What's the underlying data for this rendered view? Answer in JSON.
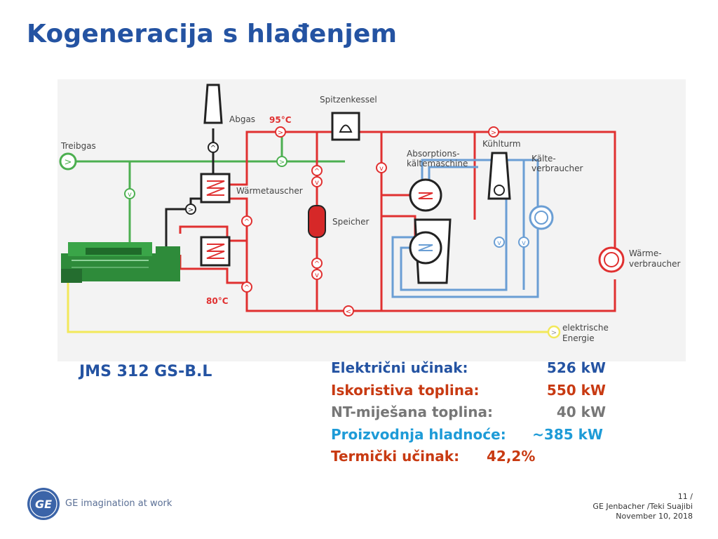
{
  "title": "Kogeneracija s hlađenjem",
  "diagram": {
    "labels": {
      "treibgas": "Treibgas",
      "abgas": "Abgas",
      "t95": "95°C",
      "t80": "80°C",
      "spitzenkessel": "Spitzenkessel",
      "waermetauscher": "Wärmetauscher",
      "speicher": "Speicher",
      "absorptions1": "Absorptions-",
      "absorptions2": "kältemaschine",
      "kuehlturm": "Kühlturm",
      "kaelte1": "Kälte-",
      "kaelte2": "verbraucher",
      "waerme1": "Wärme-",
      "waerme2": "verbraucher",
      "elektrische1": "elektrische",
      "elektrische2": "Energie"
    },
    "colors": {
      "gas": "#4caf50",
      "heat": "#e03030",
      "cold": "#6a9ed4",
      "power": "#f2e85a",
      "exhaust": "#222222"
    }
  },
  "model": "JMS 312 GS-B.L",
  "specs": [
    {
      "label": "Električni učinak:",
      "value": "526 kW"
    },
    {
      "label": "Iskoristiva toplina:",
      "value": "550 kW"
    },
    {
      "label": "NT-miješana toplina:",
      "value": "40 kW"
    },
    {
      "label": "Proizvodnja hladnoće:",
      "value": "~385 kW"
    },
    {
      "label": "Termički učinak:",
      "value": "42,2%"
    }
  ],
  "brand": {
    "logo_text": "GE",
    "tagline": "GE imagination at work"
  },
  "footer": {
    "page": "11 /",
    "author": "GE Jenbacher /Teki Suajibi",
    "date": "November 10, 2018"
  }
}
